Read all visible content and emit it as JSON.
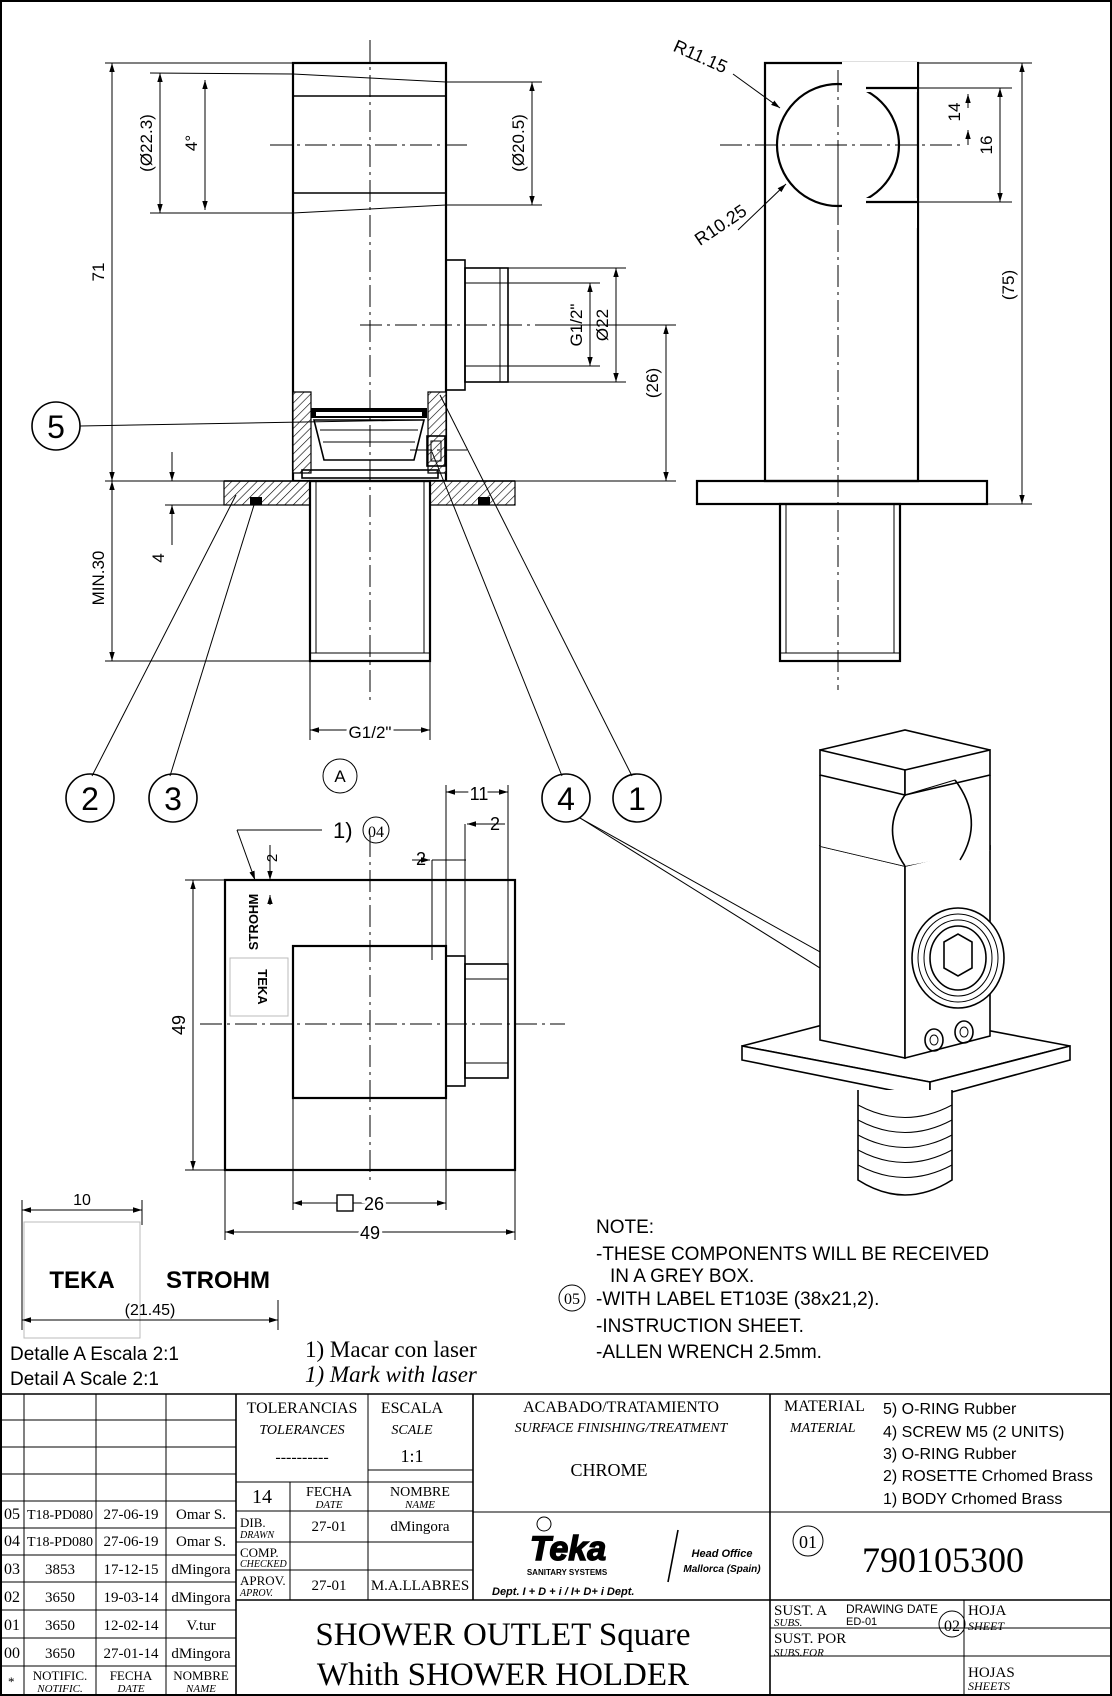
{
  "views": {
    "front": {
      "dims": {
        "dia_outer": "(Ø22.3)",
        "angle": "4°",
        "dia_inner": "(Ø20.5)",
        "height": "71",
        "thread_g": "G1/2\"",
        "thread_dia": "Ø22",
        "outlet_height": "(26)",
        "min_depth": "MIN.30",
        "rosette_gap": "4",
        "bottom_thread": "G1/2\""
      },
      "detail_marker": "A"
    },
    "side": {
      "dims": {
        "r_outer": "R11.15",
        "r_inner": "R10.25",
        "gap": "14",
        "opening": "16",
        "height": "(75)"
      }
    },
    "top": {
      "dims": {
        "depth": "11",
        "inset_a": "2",
        "inset_b": "2",
        "label_gap": "2",
        "height": "49",
        "width": "49",
        "square": "26"
      },
      "laser_ref": "1)",
      "laser_tag": "04",
      "logo_teka": "TEKA",
      "logo_strohm": "STROHM"
    }
  },
  "balloons": [
    "5",
    "2",
    "3",
    "4",
    "1"
  ],
  "detail": {
    "dim_width": "10",
    "dim_total": "(21.45)",
    "logo_teka": "TEKA",
    "logo_strohm": "STROHM",
    "caption_es": "Detalle A Escala 2:1",
    "caption_en": "Detail A Scale 2:1"
  },
  "laser_note": {
    "es": "1) Macar con laser",
    "en": "1) Mark with laser"
  },
  "note": {
    "title": "NOTE:",
    "line1": "-THESE COMPONENTS WILL BE RECEIVED",
    "line2": "IN A GREY BOX.",
    "line3": "-WITH LABEL ET103E (38x21,2).",
    "line3_tag": "05",
    "line4": "-INSTRUCTION SHEET.",
    "line5": "-ALLEN WRENCH 2.5mm."
  },
  "title_block": {
    "tolerances": "TOLERANCIAS",
    "tolerances_en": "TOLERANCES",
    "tolerances_val": "----------",
    "scale": "ESCALA",
    "scale_en": "SCALE",
    "scale_val": "1:1",
    "finish": "ACABADO/TRATAMIENTO",
    "finish_en": "SURFACE FINISHING/TREATMENT",
    "finish_val": "CHROME",
    "material": "MATERIAL",
    "material_en": "MATERIAL",
    "materials": [
      "5) O-RING Rubber",
      "4) SCREW M5 (2 UNITS)",
      "3) O-RING Rubber",
      "2) ROSETTE Crhomed Brass",
      "1) BODY Crhomed Brass"
    ],
    "year": "14",
    "fecha": "FECHA",
    "fecha_en": "DATE",
    "nombre": "NOMBRE",
    "nombre_en": "NAME",
    "dib": "DIB.",
    "dib_en": "DRAWN",
    "dib_date": "27-01",
    "dib_name": "dMingora",
    "comp": "COMP.",
    "comp_en": "CHECKED",
    "aprov": "APROV.",
    "aprov_en": "APROV.",
    "aprov_date": "27-01",
    "aprov_name": "M.A.LLABRES",
    "logo": "Teka",
    "logo_sub": "SANITARY SYSTEMS",
    "dept": "Dept. I + D + i / I+ D+ i Dept.",
    "head_office": "Head Office",
    "head_office_loc": "Mallorca (Spain)",
    "rev_tag": "01",
    "part_number": "790105300",
    "sust_a": "SUST. A",
    "sust_a_en": "SUBS.",
    "drawing_date": "DRAWING DATE",
    "drawing_date_val": "ED-01",
    "sheet_tag": "02",
    "hoja": "HOJA",
    "hoja_en": "SHEET",
    "sust_por": "SUST. POR",
    "sust_por_en": "SUBS.FOR",
    "hojas": "HOJAS",
    "hojas_en": "SHEETS",
    "title_1": "SHOWER OUTLET Square",
    "title_2": "Whith SHOWER HOLDER",
    "notif": "NOTIFIC.",
    "notif_en": "NOTIFIC.",
    "notif_star": "*",
    "rev_fecha": "FECHA",
    "rev_fecha_en": "DATE",
    "rev_nombre": "NOMBRE",
    "rev_nombre_en": "NAME",
    "revisions": [
      {
        "rev": "05",
        "notif": "T18-PD080",
        "date": "27-06-19",
        "name": "Omar S."
      },
      {
        "rev": "04",
        "notif": "T18-PD080",
        "date": "27-06-19",
        "name": "Omar S."
      },
      {
        "rev": "03",
        "notif": "3853",
        "date": "17-12-15",
        "name": "dMingora"
      },
      {
        "rev": "02",
        "notif": "3650",
        "date": "19-03-14",
        "name": "dMingora"
      },
      {
        "rev": "01",
        "notif": "3650",
        "date": "12-02-14",
        "name": "V.tur"
      },
      {
        "rev": "00",
        "notif": "3650",
        "date": "27-01-14",
        "name": "dMingora"
      }
    ]
  }
}
